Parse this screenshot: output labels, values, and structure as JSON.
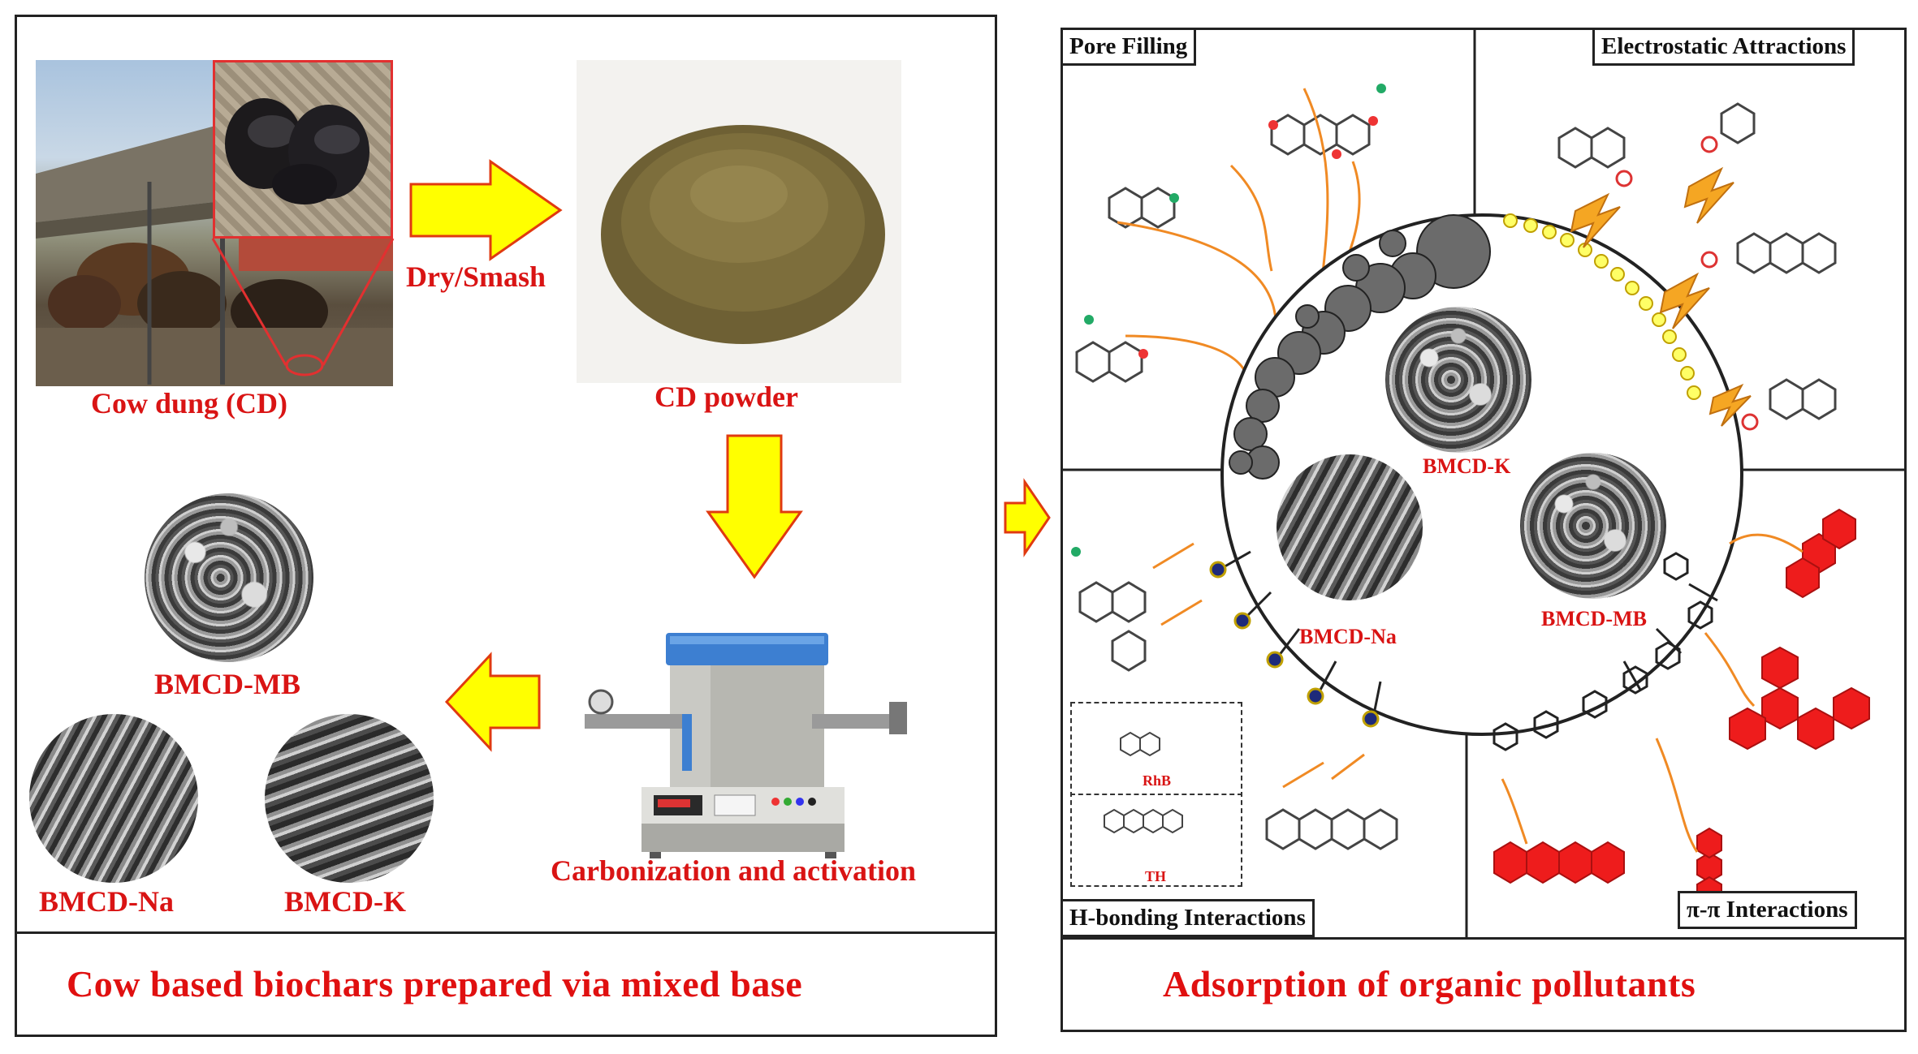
{
  "left_panel": {
    "cow_dung_label": "Cow dung (CD)",
    "dry_smash_label": "Dry/Smash",
    "cd_powder_label": "CD powder",
    "furnace_label": "Carbonization and activation",
    "biochar_labels": {
      "mb": "BMCD-MB",
      "na": "BMCD-Na",
      "k": "BMCD-K"
    },
    "footer_title": "Cow based biochars prepared via mixed base"
  },
  "right_panel": {
    "mechanisms": {
      "pore_filling": "Pore Filling",
      "electrostatic": "Electrostatic Attractions",
      "h_bonding": "H-bonding Interactions",
      "pi_pi": "π-π Interactions"
    },
    "center_sem_labels": {
      "k": "BMCD-K",
      "na": "BMCD-Na",
      "mb": "BMCD-MB"
    },
    "legend_molecules": {
      "rhb": "RhB",
      "th": "TH"
    },
    "footer_title": "Adsorption of organic  pollutants"
  },
  "colors": {
    "title_red": "#e01010",
    "arrow_yellow": "#ffff00",
    "arrow_outline": "#e03a10",
    "orange": "#f08a24",
    "pore_gray": "#6b6b6b",
    "benzene_red": "#ee1c1c"
  }
}
